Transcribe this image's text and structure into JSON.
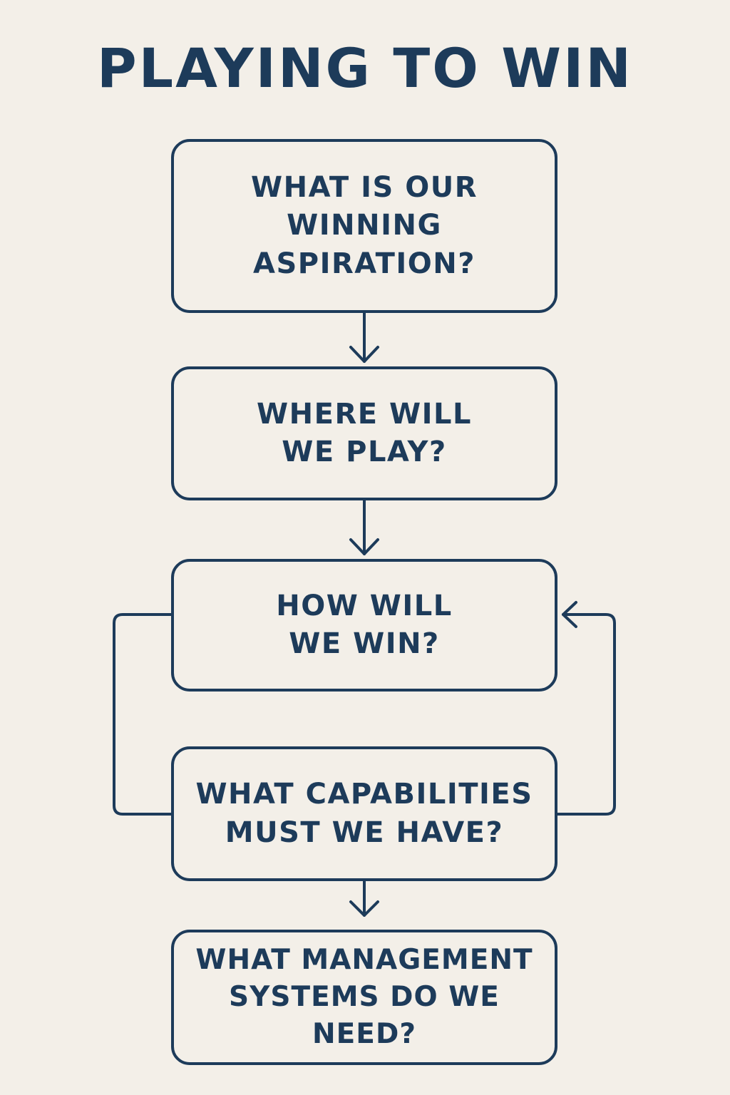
{
  "title": "PLAYING TO WIN",
  "steps": [
    {
      "text": "WHAT IS OUR\nWINNING\nASPIRATION?"
    },
    {
      "text": "WHERE WILL\nWE PLAY?"
    },
    {
      "text": "HOW WILL\nWE WIN?"
    },
    {
      "text": "WHAT CAPABILITIES\nMUST WE HAVE?"
    },
    {
      "text": "WHAT MANAGEMENT\nSYSTEMS DO WE NEED?"
    }
  ],
  "colors": {
    "background": "#f3efe8",
    "ink": "#1d3b5a"
  },
  "icons": [
    "arrow-down-icon",
    "arrow-left-icon",
    "feedback-loop"
  ]
}
